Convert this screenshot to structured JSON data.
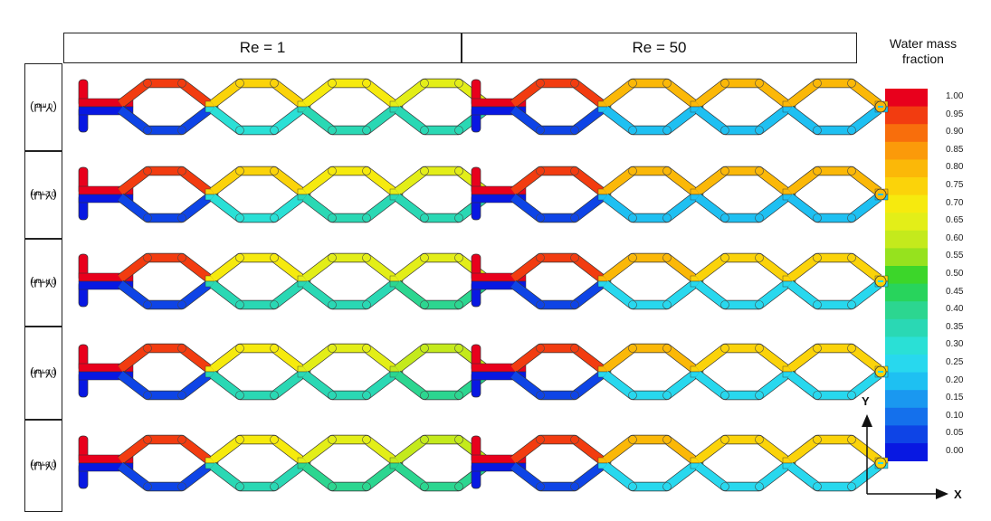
{
  "columns": [
    "Re = 1",
    "Re = 50"
  ],
  "rows": [
    {
      "label": "(Y-U)",
      "value": "0 mm"
    },
    {
      "label": "(Y-U)",
      "value": "0.2 mm"
    },
    {
      "label": "(Y-U)",
      "value": "0.4 mm"
    },
    {
      "label": "(Y-U)",
      "value": "0.6 mm"
    },
    {
      "label": "(Y-U)",
      "value": "0.8 mm"
    }
  ],
  "legend": {
    "title_line1": "Water mass",
    "title_line2": "fraction",
    "ticks": [
      "1.00",
      "0.95",
      "0.90",
      "0.85",
      "0.80",
      "0.75",
      "0.70",
      "0.65",
      "0.60",
      "0.55",
      "0.50",
      "0.45",
      "0.40",
      "0.35",
      "0.30",
      "0.25",
      "0.20",
      "0.15",
      "0.10",
      "0.05",
      "0.00"
    ],
    "colors": [
      "#e8001c",
      "#f23c10",
      "#f86e0c",
      "#fb9a0a",
      "#fbb808",
      "#fbd30a",
      "#f6ea0e",
      "#e3ee18",
      "#c4ea1c",
      "#96e21e",
      "#3cd62a",
      "#28d45c",
      "#2cd690",
      "#2ad8b4",
      "#2ae0d6",
      "#28d8ee",
      "#1ec0f2",
      "#1a98f0",
      "#1470ec",
      "#0e44e6",
      "#0818e2"
    ]
  },
  "axes": {
    "y_label": "Y",
    "x_label": "X"
  },
  "fields": {
    "Re1": {
      "upper": [
        0.95,
        0.75,
        0.7,
        0.66,
        0.62
      ],
      "lower": [
        0.05,
        0.3,
        0.33,
        0.36,
        0.4
      ]
    },
    "Re50": {
      "upper": [
        0.95,
        0.82,
        0.78,
        0.78,
        0.78
      ],
      "lower": [
        0.05,
        0.22,
        0.22,
        0.22,
        0.22
      ]
    }
  }
}
